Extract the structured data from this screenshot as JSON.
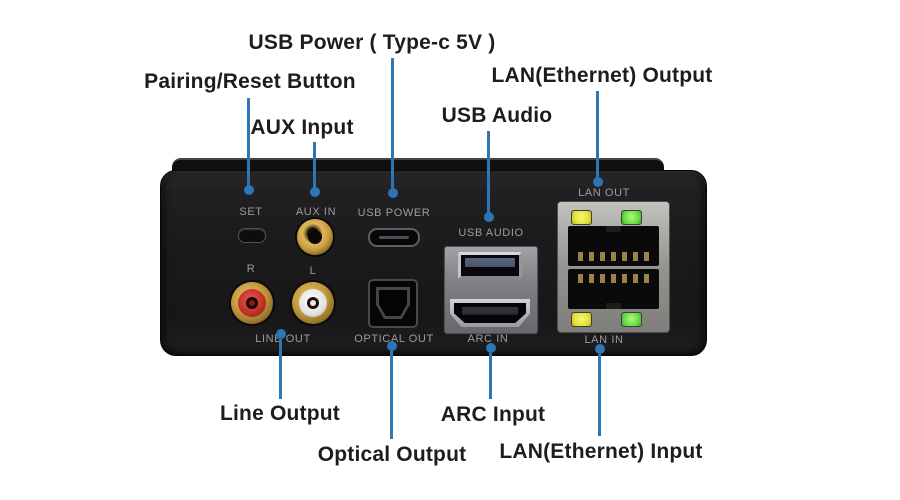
{
  "annotations": {
    "pairing_reset": {
      "label": "Pairing/Reset Button"
    },
    "aux_input": {
      "label": "AUX Input"
    },
    "usb_power": {
      "label": "USB Power ( Type-c 5V )"
    },
    "usb_audio": {
      "label": "USB Audio"
    },
    "lan_output": {
      "label": "LAN(Ethernet) Output"
    },
    "line_output": {
      "label": "Line Output"
    },
    "optical_output": {
      "label": "Optical Output"
    },
    "arc_input": {
      "label": "ARC Input"
    },
    "lan_input": {
      "label": "LAN(Ethernet) Input"
    }
  },
  "device": {
    "port_labels": {
      "set": "SET",
      "aux_in": "AUX IN",
      "usb_power": "USB POWER",
      "usb_audio": "USB AUDIO",
      "lan_out": "LAN OUT",
      "rca_right": "R",
      "rca_left": "L",
      "line_out": "LINE OUT",
      "optical_out": "OPTICAL OUT",
      "arc_in": "ARC IN",
      "lan_in": "LAN IN"
    }
  },
  "colors": {
    "leader_line": "#2e75b6",
    "annotation_text": "#1d1d1f",
    "device_body": "#1b1b1d",
    "port_label_text": "#9d9da0",
    "rca_right_ring": "#c23227",
    "rca_left_ring": "#e2e2e2",
    "gold": "#c89a3e",
    "led_yellow": "#e6e23c",
    "led_green": "#6ade44",
    "background": "#ffffff"
  }
}
